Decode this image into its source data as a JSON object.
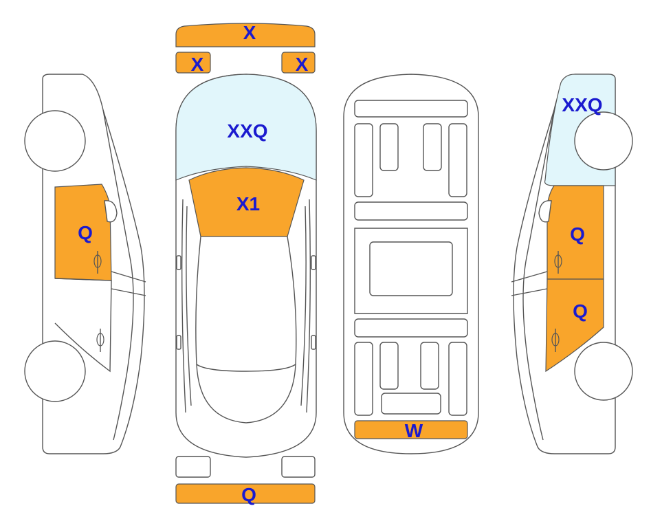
{
  "colors": {
    "damage_fill": "#F9A52B",
    "glass_fill": "#E1F6FB",
    "label_text": "#1A1ACF",
    "outline": "#555555"
  },
  "top_view": {
    "front_bumper_center": "X",
    "front_left_light": "X",
    "front_right_light": "X",
    "windshield": "XXQ",
    "hood": "X1",
    "rear_bumper": "Q"
  },
  "underside_view": {
    "rear_skirt": "W"
  },
  "left_side": {
    "front_door": "Q"
  },
  "right_side": {
    "windshield": "XXQ",
    "front_door": "Q",
    "rear_door": "Q"
  }
}
